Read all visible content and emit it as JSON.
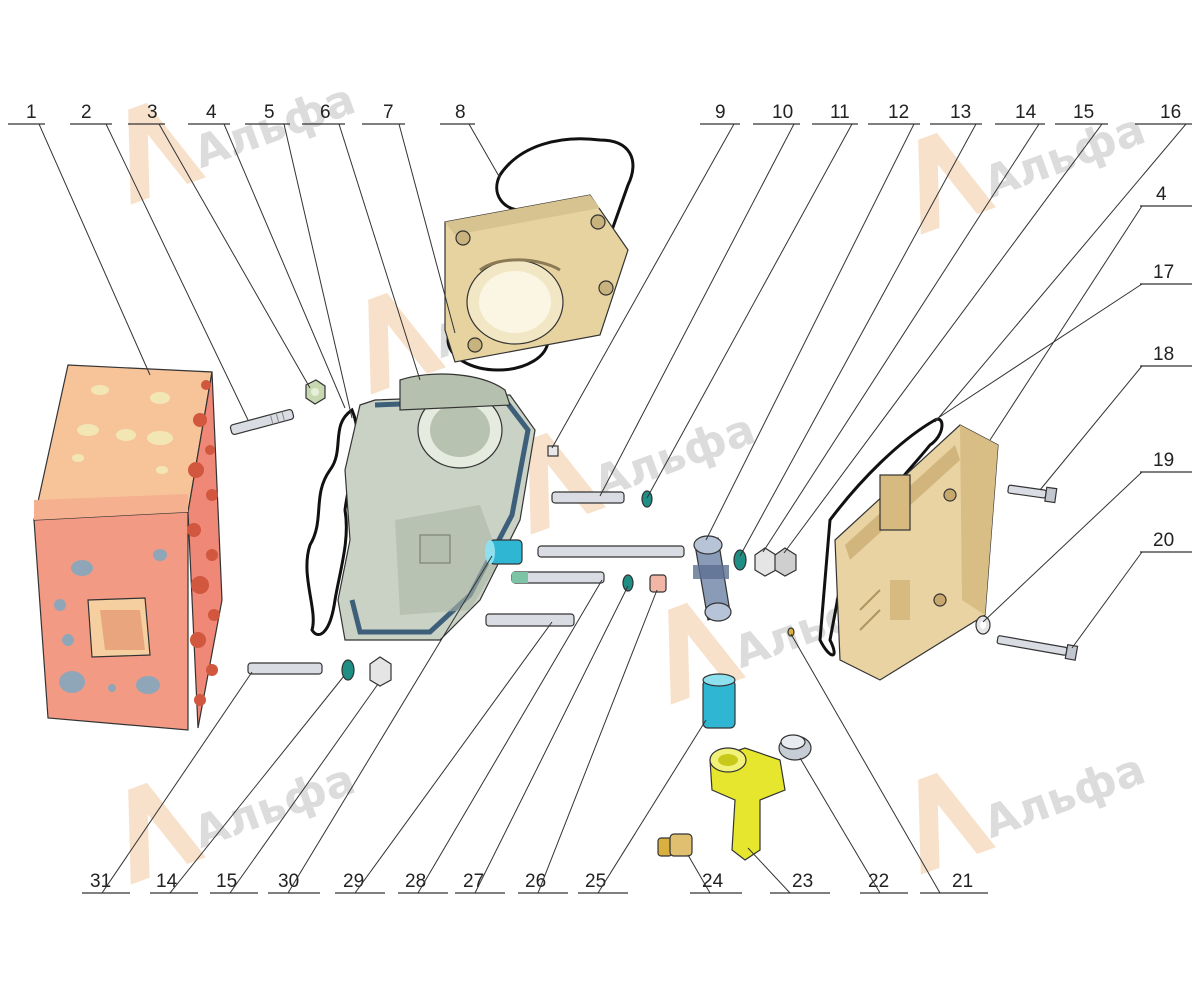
{
  "watermark": {
    "text": "Альфа"
  },
  "colors": {
    "housing": "#f4a08a",
    "housing_top": "#f7c89a",
    "cover_gray": "#c9d2c4",
    "cover_tan": "#e9d3a3",
    "flange": "#e6d3a0",
    "cyan_part": "#2fb6d3",
    "yellow_part": "#e6e62e",
    "gasket": "#111111",
    "teal_washer": "#1f8f86"
  },
  "callouts": {
    "top": [
      "1",
      "2",
      "3",
      "4",
      "5",
      "6",
      "7",
      "8",
      "9",
      "10",
      "11",
      "12",
      "13",
      "14",
      "15",
      "16"
    ],
    "right": [
      "4",
      "17",
      "18",
      "19",
      "20"
    ],
    "bottom": [
      "31",
      "14",
      "15",
      "30",
      "29",
      "28",
      "27",
      "26",
      "25",
      "24",
      "23",
      "22",
      "21"
    ]
  }
}
